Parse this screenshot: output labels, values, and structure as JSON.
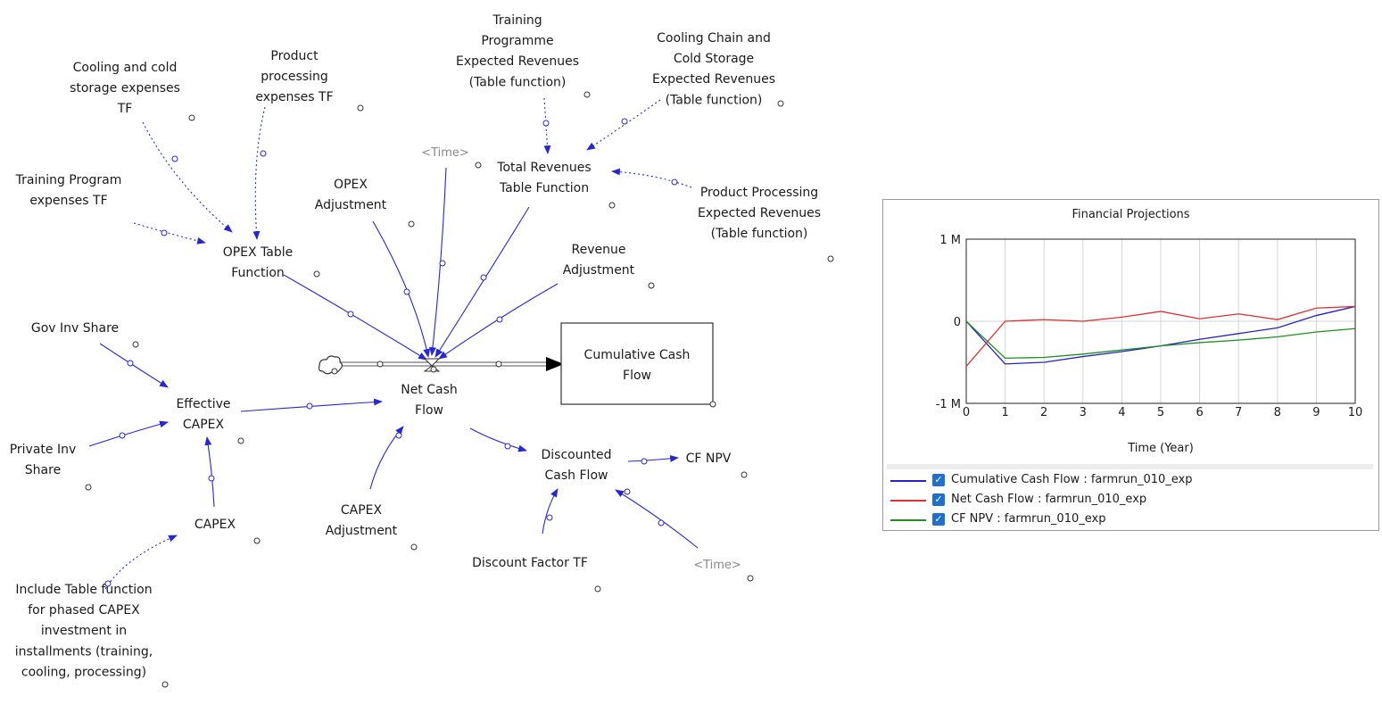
{
  "diagram": {
    "nodes": {
      "cooling_cold_storage_tf": [
        "Cooling and cold",
        "storage expenses",
        "TF"
      ],
      "product_processing_tf": [
        "Product",
        "processing",
        "expenses TF"
      ],
      "training_programme_rev": [
        "Training",
        "Programme",
        "Expected Revenues",
        "(Table function)"
      ],
      "cooling_chain_rev": [
        "Cooling Chain and",
        "Cold Storage",
        "Expected Revenues",
        "(Table function)"
      ],
      "time_top": [
        "<Time>"
      ],
      "total_revenues": [
        "Total Revenues",
        "Table Function"
      ],
      "training_program_tf": [
        "Training Program",
        "expenses TF"
      ],
      "opex_adjustment": [
        "OPEX",
        "Adjustment"
      ],
      "product_processing_rev": [
        "Product Processing",
        "Expected Revenues",
        "(Table function)"
      ],
      "opex_table": [
        "OPEX Table",
        "Function"
      ],
      "revenue_adjustment": [
        "Revenue",
        "Adjustment"
      ],
      "gov_inv_share": [
        "Gov Inv Share"
      ],
      "cumulative_cash_flow": [
        "Cumulative Cash",
        "Flow"
      ],
      "effective_capex": [
        "Effective",
        "CAPEX"
      ],
      "net_cash_flow": [
        "Net Cash",
        "Flow"
      ],
      "private_inv_share": [
        "Private Inv",
        "Share"
      ],
      "discounted_cash_flow": [
        "Discounted",
        "Cash Flow"
      ],
      "cf_npv": [
        "CF NPV"
      ],
      "capex": [
        "CAPEX"
      ],
      "capex_adjustment": [
        "CAPEX",
        "Adjustment"
      ],
      "discount_factor_tf": [
        "Discount Factor TF"
      ],
      "time_bottom": [
        "<Time>"
      ],
      "include_table_note": [
        "Include Table function",
        "for phased CAPEX",
        "investment in",
        "installments  (training,",
        "cooling, processing)"
      ]
    }
  },
  "colors": {
    "link": "#2626d9",
    "cumulative": "#2323c8",
    "net": "#e03030",
    "npv": "#1f8f1f"
  },
  "chart_data": {
    "type": "line",
    "title": "Financial Projections",
    "xlabel": "Time (Year)",
    "ylabel": "",
    "x": [
      0,
      1,
      2,
      3,
      4,
      5,
      6,
      7,
      8,
      9,
      10
    ],
    "xlim": [
      0,
      10
    ],
    "ylim": [
      -1000000,
      1000000
    ],
    "y_ticks": [
      {
        "value": 1000000,
        "label": "1 M"
      },
      {
        "value": 0,
        "label": "0"
      },
      {
        "value": -1000000,
        "label": "-1 M"
      }
    ],
    "grid": true,
    "legend_position": "bottom",
    "series": [
      {
        "name": "Cumulative Cash Flow : farmrun_010_exp",
        "color": "#2323c8",
        "values": [
          0,
          -520000,
          -500000,
          -430000,
          -370000,
          -300000,
          -220000,
          -150000,
          -80000,
          70000,
          180000
        ]
      },
      {
        "name": "Net Cash Flow : farmrun_010_exp",
        "color": "#e03030",
        "values": [
          -550000,
          0,
          20000,
          0,
          50000,
          120000,
          30000,
          90000,
          20000,
          160000,
          180000
        ]
      },
      {
        "name": "CF NPV : farmrun_010_exp",
        "color": "#1f8f1f",
        "values": [
          0,
          -450000,
          -440000,
          -400000,
          -350000,
          -300000,
          -260000,
          -230000,
          -190000,
          -130000,
          -90000
        ]
      }
    ]
  }
}
